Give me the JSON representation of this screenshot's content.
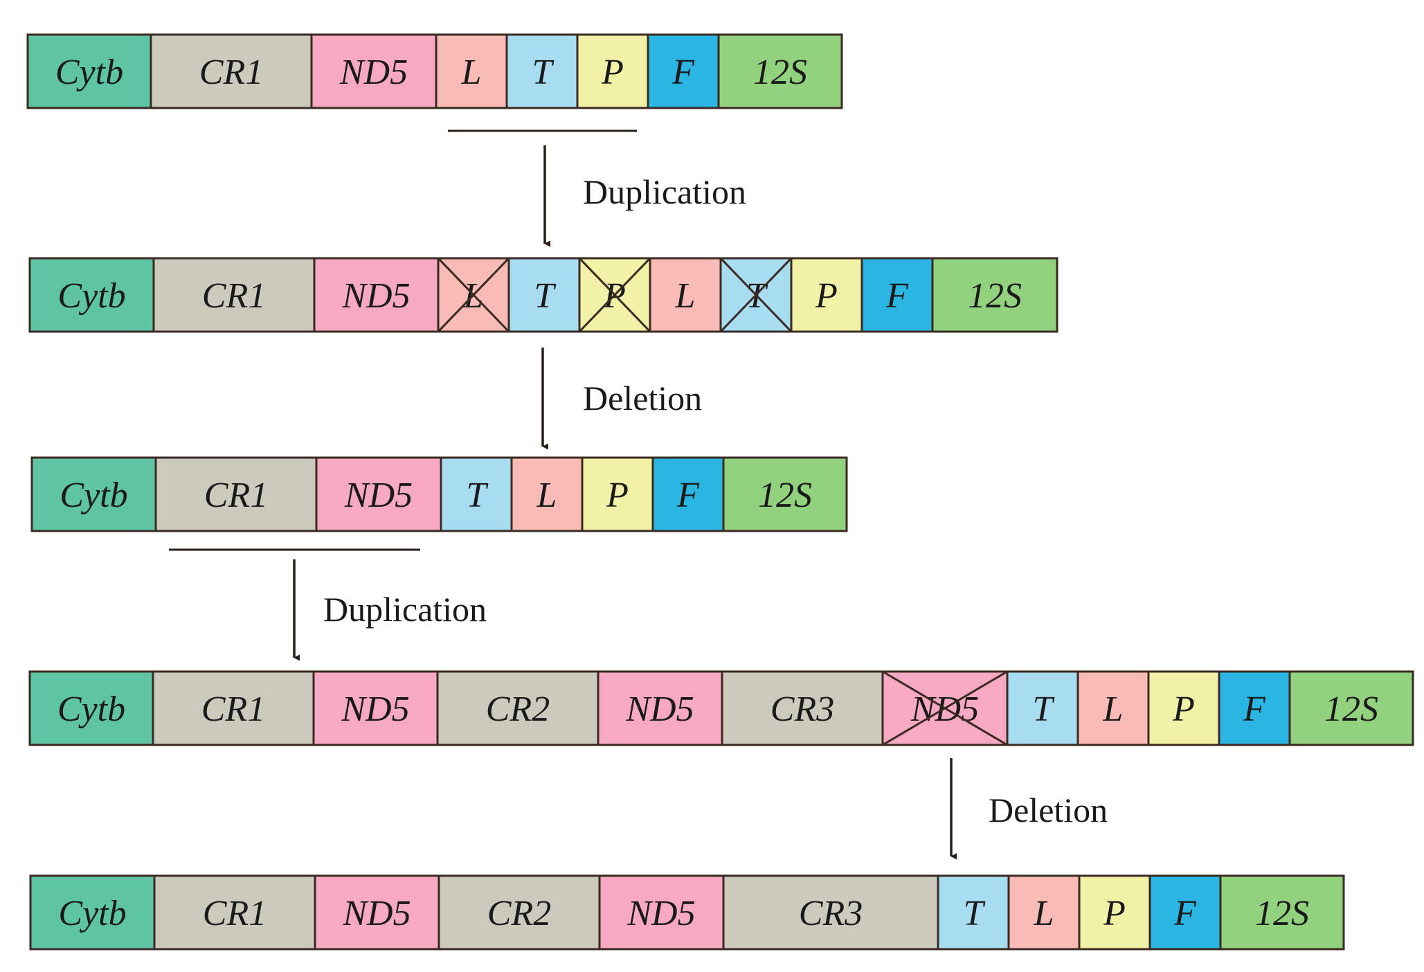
{
  "colors": {
    "Cytb": "#5fc4a4",
    "CR": "#cccabd",
    "ND5": "#f7a9c4",
    "L": "#f8bbb6",
    "T": "#a8dcf1",
    "P": "#f1f1a8",
    "F": "#2bb5e2",
    "12S": "#92d17e",
    "border": "#3a2a22",
    "arrow": "#2a1e18"
  },
  "rows": [
    {
      "id": "row-1",
      "genes": [
        {
          "label": "Cytb",
          "type": "Cytb",
          "deleted": false
        },
        {
          "label": "CR1",
          "type": "CR",
          "deleted": false
        },
        {
          "label": "ND5",
          "type": "ND5",
          "deleted": false
        },
        {
          "label": "L",
          "type": "L",
          "deleted": false
        },
        {
          "label": "T",
          "type": "T",
          "deleted": false
        },
        {
          "label": "P",
          "type": "P",
          "deleted": false
        },
        {
          "label": "F",
          "type": "F",
          "deleted": false
        },
        {
          "label": "12S",
          "type": "12S",
          "deleted": false
        }
      ]
    },
    {
      "id": "row-2",
      "genes": [
        {
          "label": "Cytb",
          "type": "Cytb",
          "deleted": false
        },
        {
          "label": "CR1",
          "type": "CR",
          "deleted": false
        },
        {
          "label": "ND5",
          "type": "ND5",
          "deleted": false
        },
        {
          "label": "L",
          "type": "L",
          "deleted": true
        },
        {
          "label": "T",
          "type": "T",
          "deleted": false
        },
        {
          "label": "P",
          "type": "P",
          "deleted": true
        },
        {
          "label": "L",
          "type": "L",
          "deleted": false
        },
        {
          "label": "T",
          "type": "T",
          "deleted": true
        },
        {
          "label": "P",
          "type": "P",
          "deleted": false
        },
        {
          "label": "F",
          "type": "F",
          "deleted": false
        },
        {
          "label": "12S",
          "type": "12S",
          "deleted": false
        }
      ]
    },
    {
      "id": "row-3",
      "genes": [
        {
          "label": "Cytb",
          "type": "Cytb",
          "deleted": false
        },
        {
          "label": "CR1",
          "type": "CR",
          "deleted": false
        },
        {
          "label": "ND5",
          "type": "ND5",
          "deleted": false
        },
        {
          "label": "T",
          "type": "T",
          "deleted": false
        },
        {
          "label": "L",
          "type": "L",
          "deleted": false
        },
        {
          "label": "P",
          "type": "P",
          "deleted": false
        },
        {
          "label": "F",
          "type": "F",
          "deleted": false
        },
        {
          "label": "12S",
          "type": "12S",
          "deleted": false
        }
      ]
    },
    {
      "id": "row-4",
      "genes": [
        {
          "label": "Cytb",
          "type": "Cytb",
          "deleted": false
        },
        {
          "label": "CR1",
          "type": "CR",
          "deleted": false
        },
        {
          "label": "ND5",
          "type": "ND5",
          "deleted": false
        },
        {
          "label": "CR2",
          "type": "CR",
          "deleted": false
        },
        {
          "label": "ND5",
          "type": "ND5",
          "deleted": false
        },
        {
          "label": "CR3",
          "type": "CR",
          "deleted": false
        },
        {
          "label": "ND5",
          "type": "ND5",
          "deleted": true
        },
        {
          "label": "T",
          "type": "T",
          "deleted": false
        },
        {
          "label": "L",
          "type": "L",
          "deleted": false
        },
        {
          "label": "P",
          "type": "P",
          "deleted": false
        },
        {
          "label": "F",
          "type": "F",
          "deleted": false
        },
        {
          "label": "12S",
          "type": "12S",
          "deleted": false
        }
      ]
    },
    {
      "id": "row-5",
      "genes": [
        {
          "label": "Cytb",
          "type": "Cytb",
          "deleted": false
        },
        {
          "label": "CR1",
          "type": "CR",
          "deleted": false
        },
        {
          "label": "ND5",
          "type": "ND5",
          "deleted": false
        },
        {
          "label": "CR2",
          "type": "CR",
          "deleted": false
        },
        {
          "label": "ND5",
          "type": "ND5",
          "deleted": false
        },
        {
          "label": "CR3",
          "type": "CR",
          "deleted": false
        },
        {
          "label": "T",
          "type": "T",
          "deleted": false
        },
        {
          "label": "L",
          "type": "L",
          "deleted": false
        },
        {
          "label": "P",
          "type": "P",
          "deleted": false
        },
        {
          "label": "F",
          "type": "F",
          "deleted": false
        },
        {
          "label": "12S",
          "type": "12S",
          "deleted": false
        }
      ]
    }
  ],
  "steps": [
    {
      "label": "Duplication"
    },
    {
      "label": "Deletion"
    },
    {
      "label": "Duplication"
    },
    {
      "label": "Deletion"
    }
  ]
}
